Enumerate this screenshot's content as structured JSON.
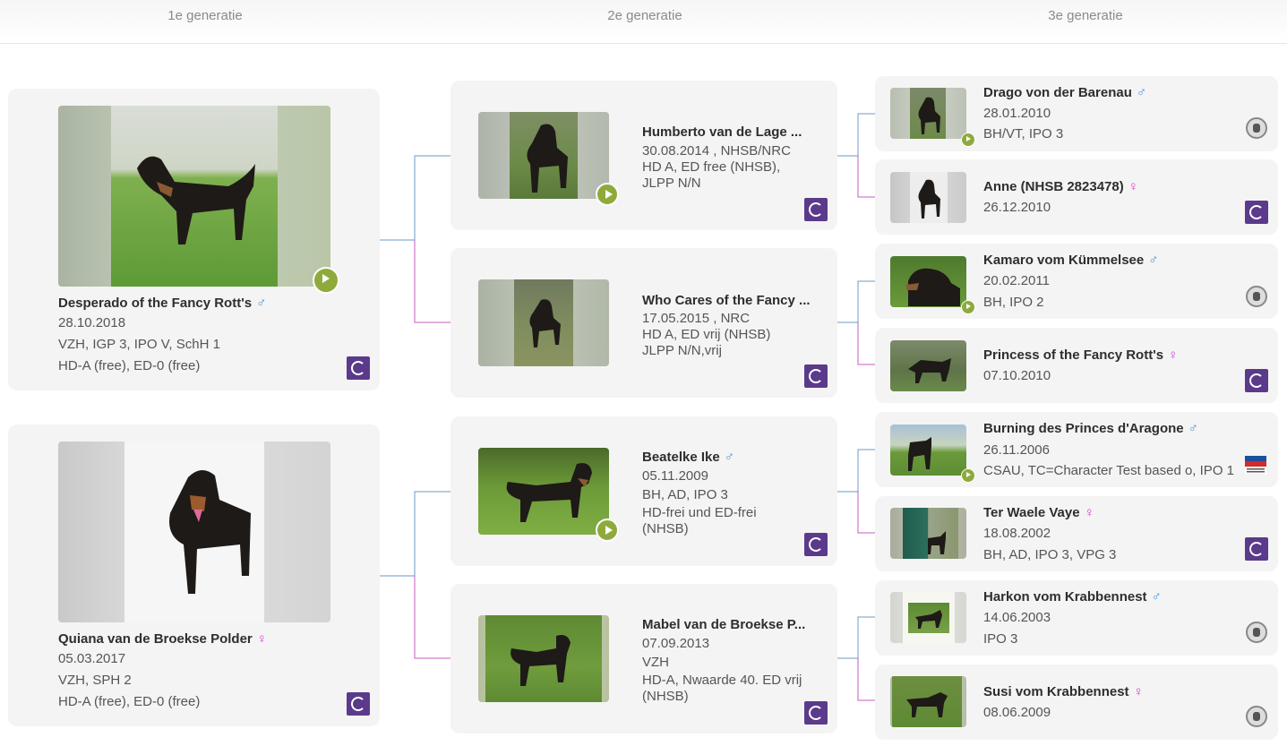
{
  "header": {
    "gen1": "1e generatie",
    "gen2": "2e generatie",
    "gen3": "3e generatie"
  },
  "gen1": [
    {
      "name": "Desperado of the Fancy Rott's",
      "sex": "♂",
      "date": "28.10.2018",
      "line1": "VZH, IGP 3, IPO V, SchH 1",
      "line2": "HD-A (free), ED-0 (free)"
    },
    {
      "name": "Quiana van de Broekse Polder",
      "sex": "♀",
      "date": "05.03.2017",
      "line1": "VZH, SPH 2",
      "line2": "HD-A (free), ED-0 (free)"
    }
  ],
  "gen2": [
    {
      "name": "Humberto van de Lage ...",
      "line1": "30.08.2014 , NHSB/NRC",
      "line2": "HD A, ED free (NHSB),",
      "line3": "JLPP N/N"
    },
    {
      "name": "Who Cares of the Fancy ...",
      "line1": "17.05.2015 , NRC",
      "line2": "HD A, ED vrij (NHSB)",
      "line3": "JLPP N/N,vrij"
    },
    {
      "name": "Beatelke Ike",
      "sex": "♂",
      "line1": "05.11.2009",
      "line2": "BH, AD, IPO 3",
      "line3": "HD-frei und ED-frei",
      "line4": "(NHSB)"
    },
    {
      "name": "Mabel van de Broekse P...",
      "line1": "07.09.2013",
      "line2": "VZH",
      "line3": "HD-A, Nwaarde 40. ED vrij",
      "line4": "(NHSB)"
    }
  ],
  "gen3": [
    {
      "name": "Drago von der Barenau",
      "sex": "♂",
      "date": "28.01.2010",
      "info": "BH/VT, IPO 3"
    },
    {
      "name": "Anne (NHSB 2823478)",
      "sex": "♀",
      "date": "26.12.2010",
      "info": ""
    },
    {
      "name": "Kamaro vom Kümmelsee",
      "sex": "♂",
      "date": "20.02.2011",
      "info": "BH, IPO 2"
    },
    {
      "name": "Princess of the Fancy Rott's",
      "sex": "♀",
      "date": "07.10.2010",
      "info": ""
    },
    {
      "name": "Burning des Princes d'Aragone",
      "sex": "♂",
      "date": "26.11.2006",
      "info": "CSAU, TC=Character Test based o, IPO 1"
    },
    {
      "name": "Ter Waele Vaye",
      "sex": "♀",
      "date": "18.08.2002",
      "info": "BH, AD, IPO 3, VPG 3"
    },
    {
      "name": "Harkon vom Krabbennest",
      "sex": "♂",
      "date": "14.06.2003",
      "info": "IPO 3"
    },
    {
      "name": "Susi vom Krabbennest",
      "sex": "♀",
      "date": "08.06.2009",
      "info": ""
    }
  ],
  "icons": {
    "play": "play-icon",
    "club_logo": "club-logo-icon",
    "seal": "seal-icon",
    "flag": "central-canine-flag-icon"
  },
  "colors": {
    "male": "#4a90d9",
    "female": "#d040c8",
    "play": "#8faa3c",
    "logo": "#5b3a8c",
    "line_blue": "#6a9bc9",
    "line_pink": "#c45cc0"
  }
}
